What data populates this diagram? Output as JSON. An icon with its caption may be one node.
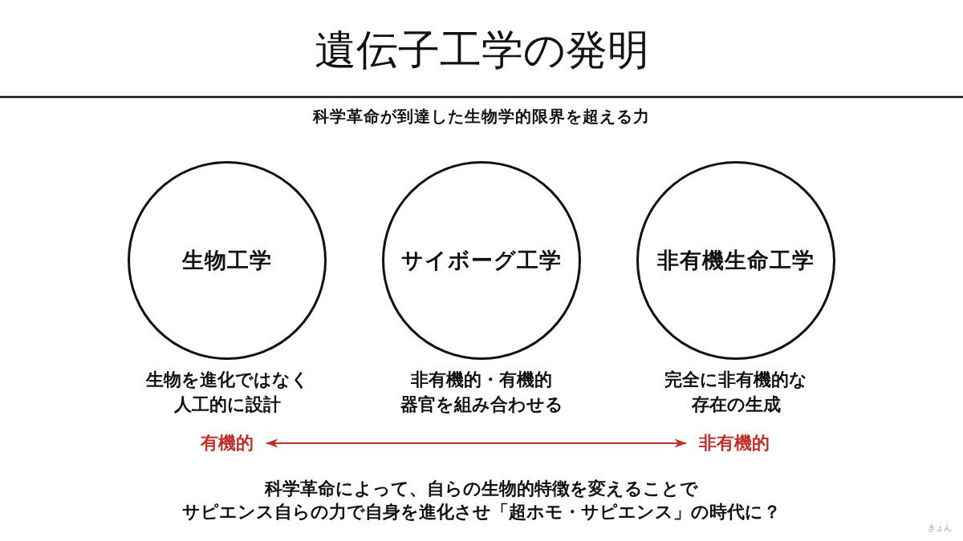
{
  "diagram": {
    "title": "遺伝子工学の発明",
    "caption": "科学革命によって、自らの生物的特徴を変えることでサピエンス自らの力で自身を進化させ「超ホモ・サピエンス」の時代に？",
    "nodes": [
      {
        "text": [
          "生物工学"
        ],
        "beside": [
          "生物を進化ではなく人工的に設計"
        ]
      },
      {
        "text": [
          "サイボーグ工学"
        ],
        "beside": [
          "非有機的・有機的器官を組み合わせる"
        ]
      },
      {
        "text": [
          "非有機生命工学"
        ],
        "beside": [
          "完全に非有機的な存在の生成"
        ]
      },
      {
        "text": [
          "有機的"
        ]
      },
      {
        "text": [
          "非有機的"
        ]
      }
    ],
    "edges": [
      {
        "from": 3,
        "to": 4,
        "arrow": "both",
        "color": "#c0302a"
      }
    ],
    "labels": [
      "科学革命が到達した生物学的限界を超える力",
      "きょん"
    ]
  }
}
